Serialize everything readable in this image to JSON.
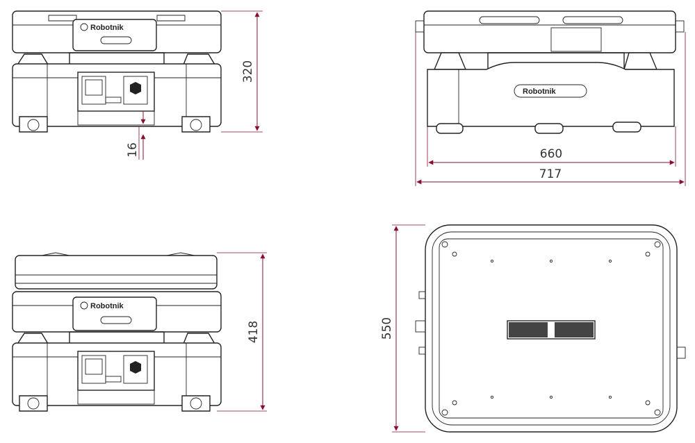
{
  "brand": "Robotnik",
  "colors": {
    "dimension": "#8a0f2d",
    "outline": "#222222"
  },
  "views": {
    "front_top": {
      "dims": {
        "height": "320",
        "clearance": "16"
      }
    },
    "side": {
      "dims": {
        "inner_length": "660",
        "overall_length": "717"
      }
    },
    "front_bottom": {
      "dims": {
        "height": "418"
      }
    },
    "top": {
      "dims": {
        "width": "550"
      }
    }
  }
}
